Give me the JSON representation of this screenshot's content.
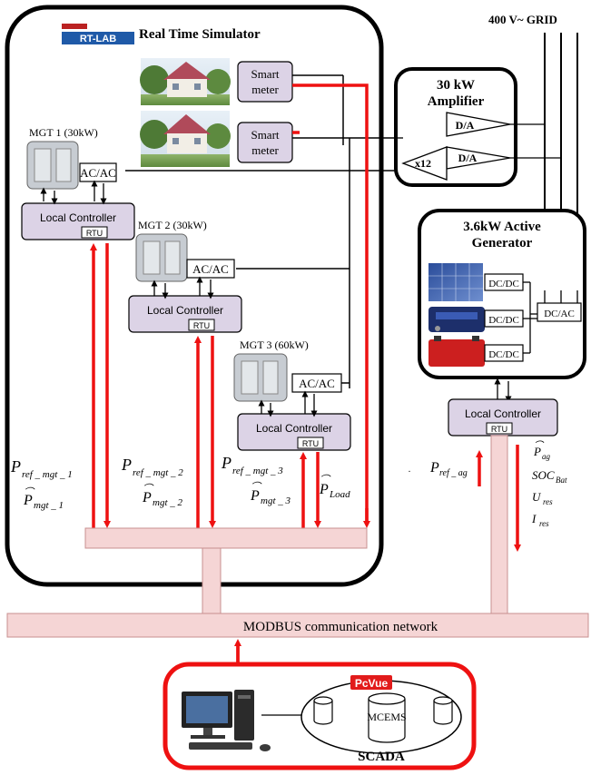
{
  "grid": {
    "label": "400 V~ GRID"
  },
  "simulator": {
    "logo": "RT-LAB",
    "title": "Real Time Simulator"
  },
  "smart_meters": [
    {
      "label_line1": "Smart",
      "label_line2": "meter"
    },
    {
      "label_line1": "Smart",
      "label_line2": "meter"
    }
  ],
  "amplifier": {
    "title_line1": "30 kW",
    "title_line2": "Amplifier",
    "da_label": "D/A",
    "gain_label": "x12"
  },
  "active_generator": {
    "title_line1": "3.6kW Active",
    "title_line2": "Generator",
    "dcdc_label": "DC/DC",
    "dcac_label": "DC/AC"
  },
  "mgts": [
    {
      "label": "MGT 1 (30kW)",
      "acac": "AC/AC",
      "controller": "Local Controller",
      "rtu": "RTU",
      "signal_ref": "P",
      "signal_ref_sub": "ref _ mgt _ 1",
      "signal_meas": "P",
      "signal_meas_sub": "mgt _ 1"
    },
    {
      "label": "MGT 2 (30kW)",
      "acac": "AC/AC",
      "controller": "Local Controller",
      "rtu": "RTU",
      "signal_ref": "P",
      "signal_ref_sub": "ref _ mgt _ 2",
      "signal_meas": "P",
      "signal_meas_sub": "mgt _ 2"
    },
    {
      "label": "MGT 3 (60kW)",
      "acac": "AC/AC",
      "controller": "Local Controller",
      "rtu": "RTU",
      "signal_ref": "P",
      "signal_ref_sub": "ref _ mgt _ 3",
      "signal_meas": "P",
      "signal_meas_sub": "mgt _ 3"
    }
  ],
  "load_signal": {
    "main": "P",
    "sub": "Load"
  },
  "ag_controller": {
    "controller": "Local Controller",
    "rtu": "RTU"
  },
  "ag_signals": {
    "ref_main": "P",
    "ref_sub": "ref _ ag",
    "pag_main": "P",
    "pag_sub": "ag",
    "soc_main": "SOC",
    "soc_sub": "Bat",
    "u_main": "U",
    "u_sub": "res",
    "i_main": "I",
    "i_sub": "res"
  },
  "network": {
    "label": "MODBUS communication network"
  },
  "scada": {
    "title": "SCADA",
    "pcvue": "PcVue",
    "mcems": "MCEMS"
  },
  "colors": {
    "red": "#ee1111",
    "lilac": "#dcd3e6",
    "pink": "#f5d5d5",
    "pink_border": "#c89090"
  }
}
